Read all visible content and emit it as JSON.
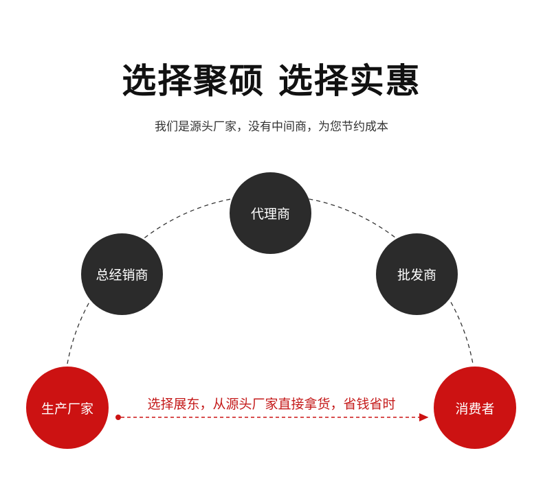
{
  "header": {
    "title": "选择聚硕 选择实惠",
    "subtitle": "我们是源头厂家，没有中间商，为您节约成本"
  },
  "nodes": {
    "agent": "代理商",
    "distributor": "总经销商",
    "wholesaler": "批发商",
    "manufacturer": "生产厂家",
    "consumer": "消费者"
  },
  "direct_route": {
    "label": "选择展东，从源头厂家直接拿货，省钱省时"
  },
  "colors": {
    "dark": "#2b2b2b",
    "accent": "#cc1212",
    "text": "#111111"
  }
}
